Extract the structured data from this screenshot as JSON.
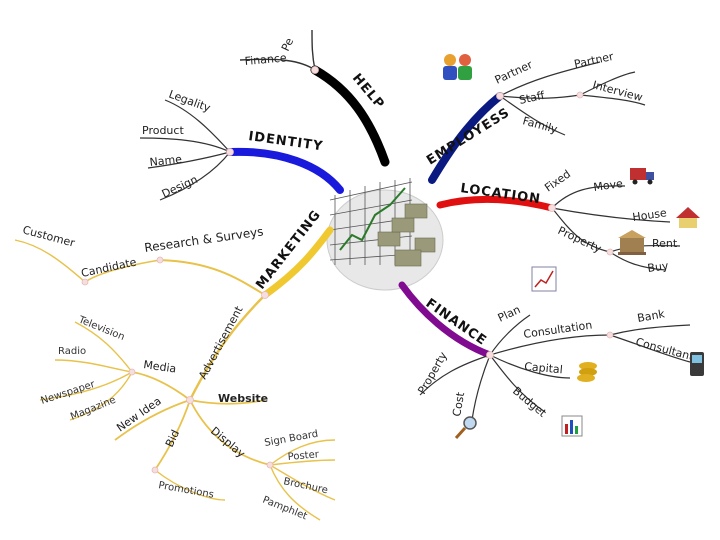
{
  "center": {
    "icon": "finance-growth-chart-icon"
  },
  "branches": {
    "help": {
      "label": "HELP",
      "color": "#000000",
      "children": [
        "Finance",
        "Pe"
      ]
    },
    "identity": {
      "label": "IDENTITY",
      "color": "#1a1adc",
      "children": [
        "Legality",
        "Product",
        "Name",
        "Design"
      ]
    },
    "employees": {
      "label": "EMPLOYESS",
      "color": "#0a1a80",
      "children": [
        "Partner",
        "Partner",
        "Interview",
        "Staff",
        "Family"
      ]
    },
    "location": {
      "label": "LOCATION",
      "color": "#e01010",
      "children": [
        "Fixed",
        "Move",
        "House",
        "Property",
        "Rent",
        "Buy"
      ]
    },
    "finance": {
      "label": "FINANCE",
      "color": "#800a90",
      "children": [
        "Plan",
        "Consultation",
        "Bank",
        "Consultant",
        "Capital",
        "Budget",
        "Cost",
        "Property"
      ]
    },
    "marketing": {
      "label": "MARKETING",
      "color": "#f0c830",
      "children": [
        "Research & Surveys",
        "Candidate",
        "Customer",
        "Advertisement",
        "Media",
        "Television",
        "Radio",
        "Newspaper",
        "Magazine",
        "New Idea",
        "Website",
        "Bid",
        "Display",
        "Sign Board",
        "Poster",
        "Brochure",
        "Pamphlet",
        "Promotions"
      ]
    }
  },
  "icons": [
    "people-icon",
    "truck-icon",
    "house-icon",
    "bank-icon",
    "line-chart-icon",
    "coins-icon",
    "phone-icon",
    "magnifier-icon",
    "bar-chart-icon"
  ]
}
